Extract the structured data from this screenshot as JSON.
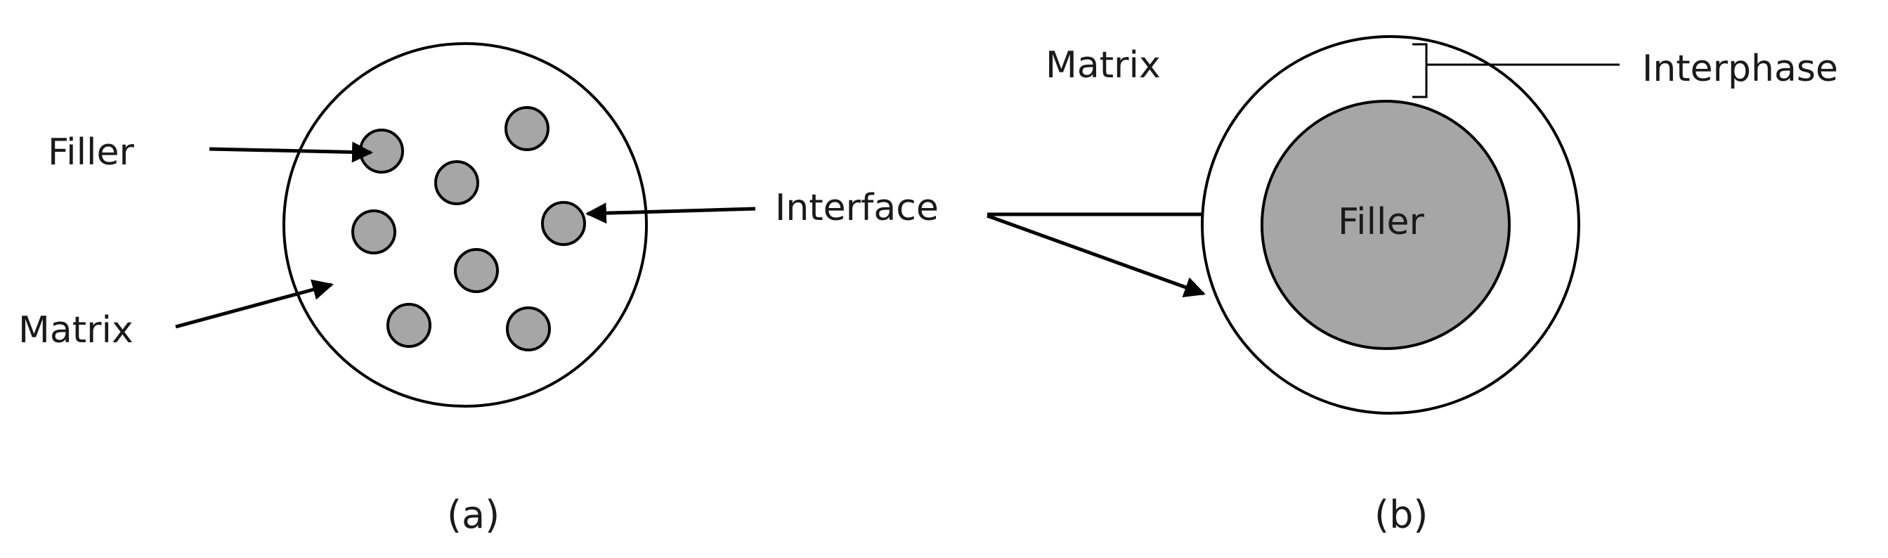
{
  "colors": {
    "filler": "#a6a6a6",
    "outline": "#000000",
    "background": "#ffffff",
    "text": "#1a1a1a"
  },
  "panel_a": {
    "caption": "(a)",
    "labels": {
      "filler": "Filler",
      "matrix": "Matrix",
      "interface": "Interface"
    }
  },
  "panel_b": {
    "caption": "(b)",
    "labels": {
      "matrix": "Matrix",
      "interphase": "Interphase",
      "filler": "Filler"
    }
  }
}
